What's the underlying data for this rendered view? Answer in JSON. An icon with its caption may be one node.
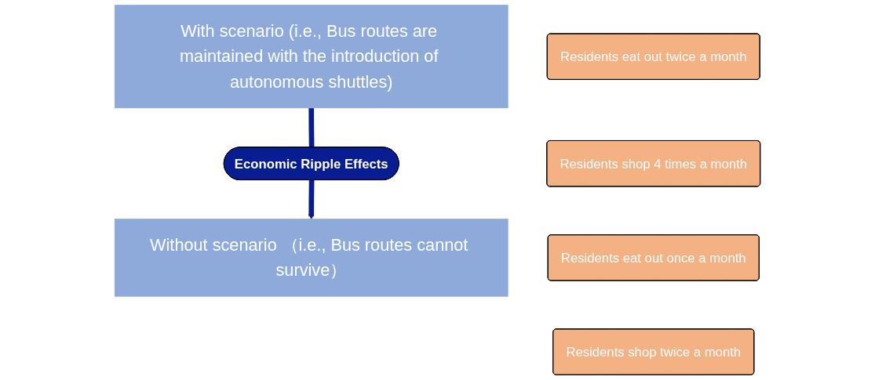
{
  "diagram": {
    "nodes": [
      {
        "text": [
          "With scenario (i.e., Bus routes are maintained with the introduction of autonomous shuttles)"
        ]
      },
      {
        "text": [
          "Economic Ripple Effects"
        ]
      },
      {
        "text": [
          "Without scenario （i.e., Bus routes cannot survive）"
        ]
      },
      {
        "text": [
          "Residents eat out twice a month"
        ]
      },
      {
        "text": [
          "Residents shop 4 times a month"
        ]
      },
      {
        "text": [
          "Residents eat out once a month"
        ]
      },
      {
        "text": [
          "Residents shop twice a month"
        ]
      }
    ],
    "edges": [
      {
        "from": 0,
        "to": 1,
        "arrow": "none"
      },
      {
        "from": 1,
        "to": 2,
        "arrow": "to"
      }
    ]
  }
}
